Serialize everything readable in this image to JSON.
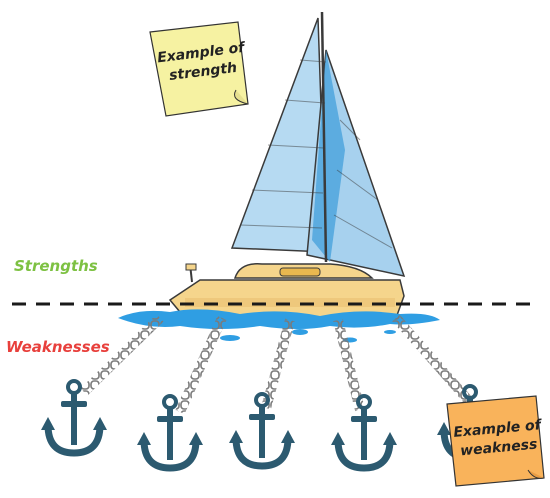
{
  "labels": {
    "strengths": "Strengths",
    "weaknesses": "Weaknesses"
  },
  "notes": {
    "strength": {
      "line1": "Example of",
      "line2": "strength"
    },
    "weakness": {
      "line1": "Example of",
      "line2": "weakness"
    }
  },
  "colors": {
    "strengths_text": "#7dc142",
    "weaknesses_text": "#e8403c",
    "strength_note": "#f6f2a2",
    "weakness_note": "#f9b35b",
    "sail_light": "#b6daf2",
    "sail_dark": "#4aa3dc",
    "hull": "#f5d58c",
    "water": "#2f9ee3",
    "anchor": "#2c5a70",
    "chain": "#7a7a7a"
  },
  "icons": {
    "boat": "sailboat-icon",
    "anchor": "anchor-icon",
    "waterline": "dashed-waterline"
  }
}
